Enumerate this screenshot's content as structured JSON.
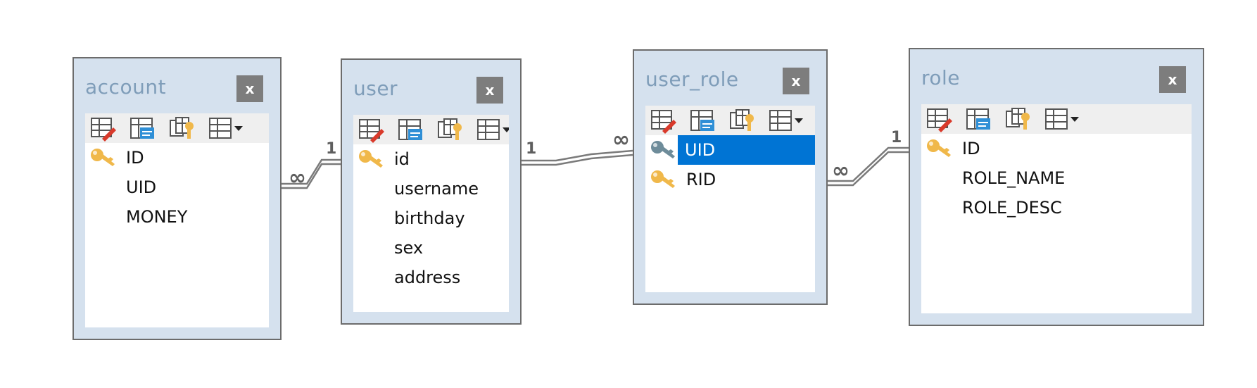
{
  "tables": [
    {
      "id": "account",
      "name": "account",
      "close_label": "x",
      "fields": [
        {
          "name": "ID",
          "key": "primary"
        },
        {
          "name": "UID",
          "key": ""
        },
        {
          "name": "MONEY",
          "key": ""
        }
      ]
    },
    {
      "id": "user",
      "name": "user",
      "close_label": "x",
      "fields": [
        {
          "name": "id",
          "key": "primary"
        },
        {
          "name": "username",
          "key": ""
        },
        {
          "name": "birthday",
          "key": ""
        },
        {
          "name": "sex",
          "key": ""
        },
        {
          "name": "address",
          "key": ""
        }
      ]
    },
    {
      "id": "user_role",
      "name": "user_role",
      "close_label": "x",
      "fields": [
        {
          "name": "UID",
          "key": "foreign",
          "selected": true
        },
        {
          "name": "RID",
          "key": "primary"
        }
      ]
    },
    {
      "id": "role",
      "name": "role",
      "close_label": "x",
      "fields": [
        {
          "name": "ID",
          "key": "primary"
        },
        {
          "name": "ROLE_NAME",
          "key": ""
        },
        {
          "name": "ROLE_DESC",
          "key": ""
        }
      ]
    }
  ],
  "toolbar_icons": [
    "edit-table-icon",
    "table-properties-icon",
    "index-keys-icon",
    "grid-dropdown-icon"
  ],
  "relationships": [
    {
      "from": "account",
      "to": "user",
      "from_card": "∞",
      "to_card": "1"
    },
    {
      "from": "user",
      "to": "user_role",
      "from_card": "1",
      "to_card": "∞"
    },
    {
      "from": "user_role",
      "to": "role",
      "from_card": "∞",
      "to_card": "1"
    }
  ],
  "colors": {
    "box_bg": "#d5e1ee",
    "box_border": "#6c6c6c",
    "title": "#7f9db9",
    "close_bg": "#7d7d7d",
    "toolbar_bg": "#efefef",
    "selected": "#0074d4",
    "key": "#f0b84a",
    "foreign_key": "#6e8c9a",
    "line": "#7a7a7a"
  }
}
